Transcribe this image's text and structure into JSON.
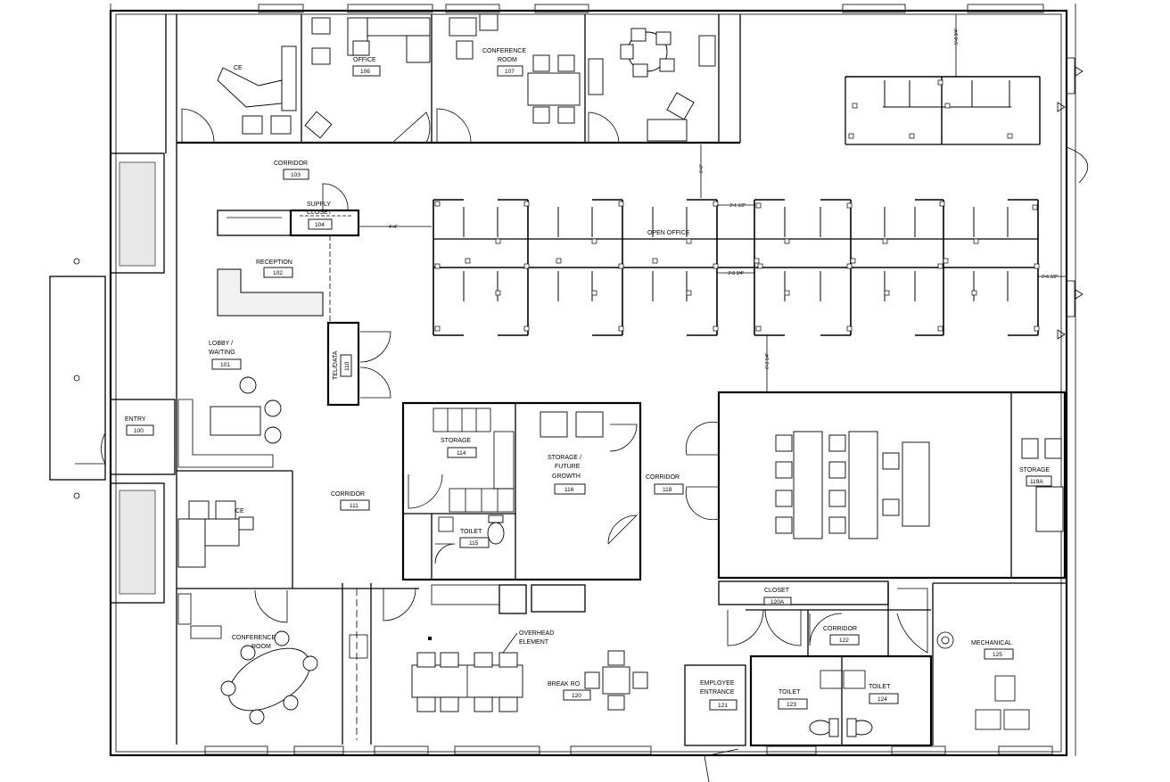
{
  "rooms": {
    "office_a": {
      "name": "CE"
    },
    "office_106": {
      "name": "OFFICE",
      "number": "106"
    },
    "conference_107": {
      "name_line1": "CONFERENCE",
      "name_line2": "ROOM",
      "number": "107"
    },
    "corridor_103": {
      "name": "CORRIDOR",
      "number": "103"
    },
    "supply_104": {
      "name_line1": "SUPPLY",
      "name_line2": "CLOSET",
      "number": "104"
    },
    "reception_102": {
      "name": "RECEPTION",
      "number": "102"
    },
    "lobby_101": {
      "name_line1": "LOBBY /",
      "name_line2": "WAITING",
      "number": "101"
    },
    "tel_data_110": {
      "name": "TEL/DATA",
      "number": "110"
    },
    "entry_100": {
      "name": "ENTRY",
      "number": "100"
    },
    "open_office": {
      "name": "OPEN OFFICE"
    },
    "storage_114": {
      "name": "STORAGE",
      "number": "114"
    },
    "storage_116": {
      "name_line1": "STORAGE /",
      "name_line2": "FUTURE",
      "name_line3": "GROWTH",
      "number": "116"
    },
    "corridor_118": {
      "name": "CORRIDOR",
      "number": "118"
    },
    "storage_119a": {
      "name": "STORAGE",
      "number": "119A"
    },
    "corridor_111": {
      "name": "CORRIDOR",
      "number": "111"
    },
    "toilet_115": {
      "name": "TOILET",
      "number": "115"
    },
    "office_b": {
      "name": "CE"
    },
    "conference_c": {
      "name_line1": "CONFERENCE",
      "name_line2": "ROOM"
    },
    "overhead": {
      "name_line1": "OVERHEAD",
      "name_line2": "ELEMENT"
    },
    "break_120": {
      "name": "BREAK RO",
      "number": "120"
    },
    "employee_121": {
      "name_line1": "EMPLOYEE",
      "name_line2": "ENTRANCE",
      "number": "121"
    },
    "closet": {
      "name": "CLOSET",
      "number": "120A"
    },
    "corridor_122": {
      "name": "CORRIDOR",
      "number": "122"
    },
    "toilet_123": {
      "name": "TOILET",
      "number": "123"
    },
    "toilet_124": {
      "name": "TOILET",
      "number": "124"
    },
    "mechanical_125": {
      "name": "MECHANICAL",
      "number": "125"
    }
  },
  "dimensions": {
    "d1": "5'-8 3/4\"",
    "d2": "6'-0\"",
    "d3": "3'-1 1/2\"",
    "d4": "4'-4\"",
    "d5": "3'-8 3/4\"",
    "d6": "2'-6 1/2\"",
    "d7": "6'-3 1/4\""
  }
}
